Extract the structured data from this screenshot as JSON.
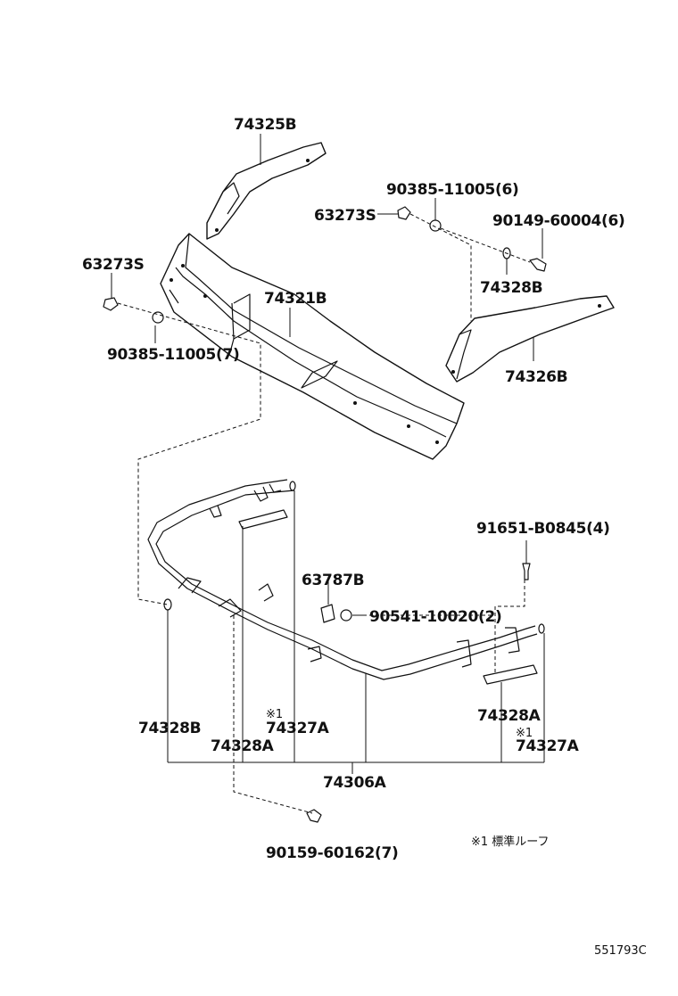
{
  "labels": {
    "visor_center": "74321B",
    "visor_left_end": "74325B",
    "visor_right_end": "74326B",
    "bracket_assy": "74306A",
    "stay_left": "74328A",
    "stay_right": "74328A",
    "spacer_left": "74328B",
    "spacer_upper": "74328B",
    "bracket_note_left": "74327A",
    "bracket_note_right": "74327A",
    "clip_left": "63273S",
    "clip_right": "63273S",
    "grommet": "63787B",
    "nut_left": "90385-11005(7)",
    "nut_right": "90385-11005(6)",
    "screw_right": "90149-60004(6)",
    "bolt_top": "91651-B0845(4)",
    "nut_center": "90541-10020(2)",
    "screw_bottom": "90159-60162(7)",
    "note_mark_left": "※1",
    "note_mark_right": "※1"
  },
  "legend": {
    "note": "※1 標準ルーフ"
  },
  "drawing_id": "551793C"
}
